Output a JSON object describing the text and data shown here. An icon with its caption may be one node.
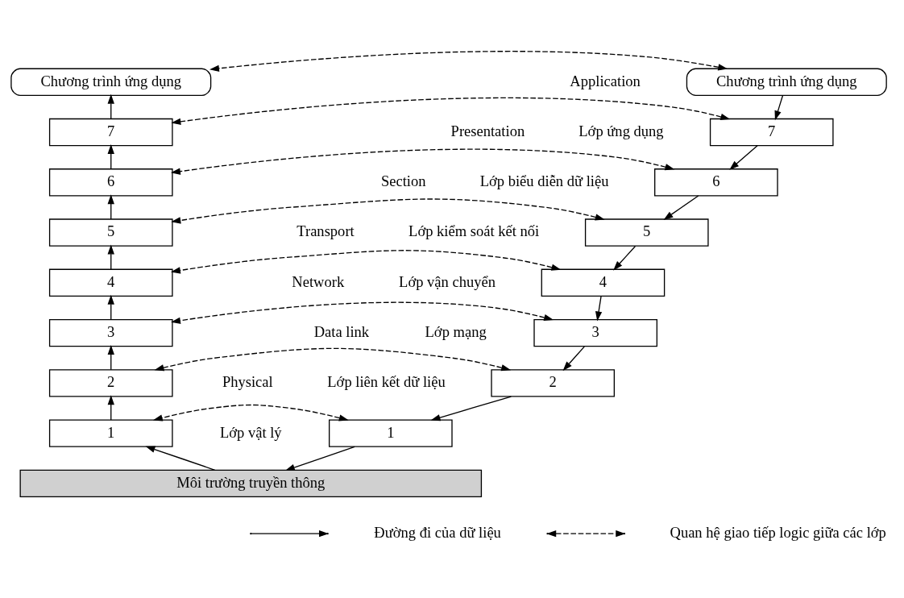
{
  "diagram": {
    "nodes": [
      {
        "text": [
          "Chương trình ứng dụng"
        ]
      },
      {
        "text": [
          "Chương trình ứng dụng"
        ]
      },
      {
        "text": [
          "7"
        ]
      },
      {
        "text": [
          "6"
        ]
      },
      {
        "text": [
          "5"
        ]
      },
      {
        "text": [
          "4"
        ]
      },
      {
        "text": [
          "3"
        ]
      },
      {
        "text": [
          "2"
        ]
      },
      {
        "text": [
          "1"
        ]
      },
      {
        "text": [
          "7"
        ]
      },
      {
        "text": [
          "6"
        ]
      },
      {
        "text": [
          "5"
        ]
      },
      {
        "text": [
          "4"
        ]
      },
      {
        "text": [
          "3"
        ]
      },
      {
        "text": [
          "2"
        ]
      },
      {
        "text": [
          "1"
        ]
      },
      {
        "text": [
          "Môi trường truyền thông"
        ]
      }
    ],
    "edges": [
      {
        "from": 0,
        "to": 2,
        "arrow": "to"
      },
      {
        "from": 2,
        "to": 3,
        "arrow": "to"
      },
      {
        "from": 3,
        "to": 4,
        "arrow": "to"
      },
      {
        "from": 4,
        "to": 5,
        "arrow": "to"
      },
      {
        "from": 5,
        "to": 6,
        "arrow": "to"
      },
      {
        "from": 6,
        "to": 7,
        "arrow": "to"
      },
      {
        "from": 7,
        "to": 8,
        "arrow": "to"
      },
      {
        "from": 8,
        "to": 16,
        "arrow": "to"
      },
      {
        "from": 16,
        "to": 15,
        "arrow": "to"
      },
      {
        "from": 15,
        "to": 14,
        "arrow": "to"
      },
      {
        "from": 14,
        "to": 13,
        "arrow": "to"
      },
      {
        "from": 13,
        "to": 12,
        "arrow": "to"
      },
      {
        "from": 12,
        "to": 11,
        "arrow": "to"
      },
      {
        "from": 11,
        "to": 10,
        "arrow": "to"
      },
      {
        "from": 10,
        "to": 9,
        "arrow": "to"
      },
      {
        "from": 9,
        "to": 1,
        "arrow": "to"
      },
      {
        "from": 0,
        "to": 1,
        "arrow": "both",
        "style": "dashed"
      },
      {
        "from": 2,
        "to": 9,
        "arrow": "both",
        "style": "dashed"
      },
      {
        "from": 3,
        "to": 10,
        "arrow": "both",
        "style": "dashed"
      },
      {
        "from": 4,
        "to": 11,
        "arrow": "both",
        "style": "dashed"
      },
      {
        "from": 5,
        "to": 12,
        "arrow": "both",
        "style": "dashed"
      },
      {
        "from": 6,
        "to": 13,
        "arrow": "both",
        "style": "dashed"
      },
      {
        "from": 7,
        "to": 14,
        "arrow": "both",
        "style": "dashed"
      },
      {
        "from": 8,
        "to": 15,
        "arrow": "both",
        "style": "dashed"
      }
    ],
    "labels": [
      "Application",
      "Lớp ứng dụng",
      "Presentation",
      "Lớp biểu diễn dữ liệu",
      "Section",
      "Lớp kiểm soát kết nối",
      "Transport",
      "Lớp vận chuyển",
      "Network",
      "Lớp mạng",
      "Data link",
      "Lớp liên kết dữ liệu",
      "Physical",
      "Lớp vật lý"
    ],
    "legend": [
      {
        "text": "Đường đi của dữ liệu"
      },
      {
        "text": "Quan hệ giao tiếp logic giữa các lớp"
      }
    ]
  }
}
